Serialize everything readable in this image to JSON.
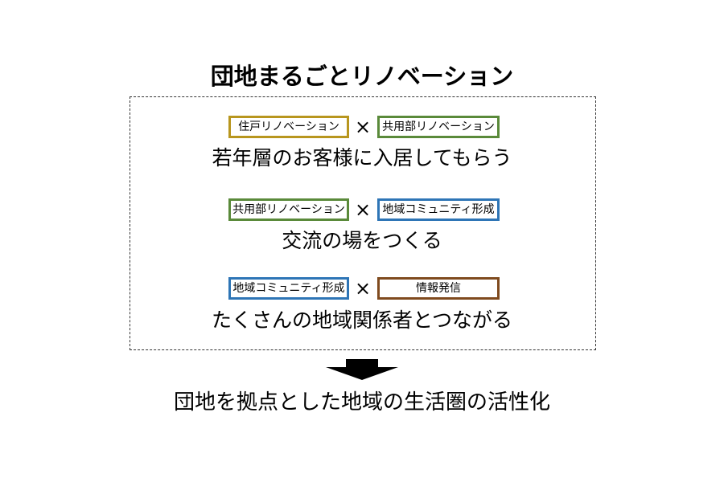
{
  "title": "団地まるごとリノベーション",
  "colors": {
    "gold": "#b8961e",
    "green": "#5a8a3a",
    "blue": "#2e75b6",
    "brown": "#7f4a1e"
  },
  "rows": [
    {
      "left_tag": "住戸リノベーション",
      "times": "×",
      "right_tag": "共用部リノベーション",
      "text": "若年層のお客様に入居してもらう"
    },
    {
      "left_tag": "共用部リノベーション",
      "times": "×",
      "right_tag": "地域コミュニティ形成",
      "text": "交流の場をつくる"
    },
    {
      "left_tag": "地域コミュニティ形成",
      "times": "×",
      "right_tag": "情報発信",
      "text": "たくさんの地域関係者とつながる"
    }
  ],
  "arrow_icon": "down-arrow-icon",
  "result": "団地を拠点とした地域の生活圏の活性化"
}
